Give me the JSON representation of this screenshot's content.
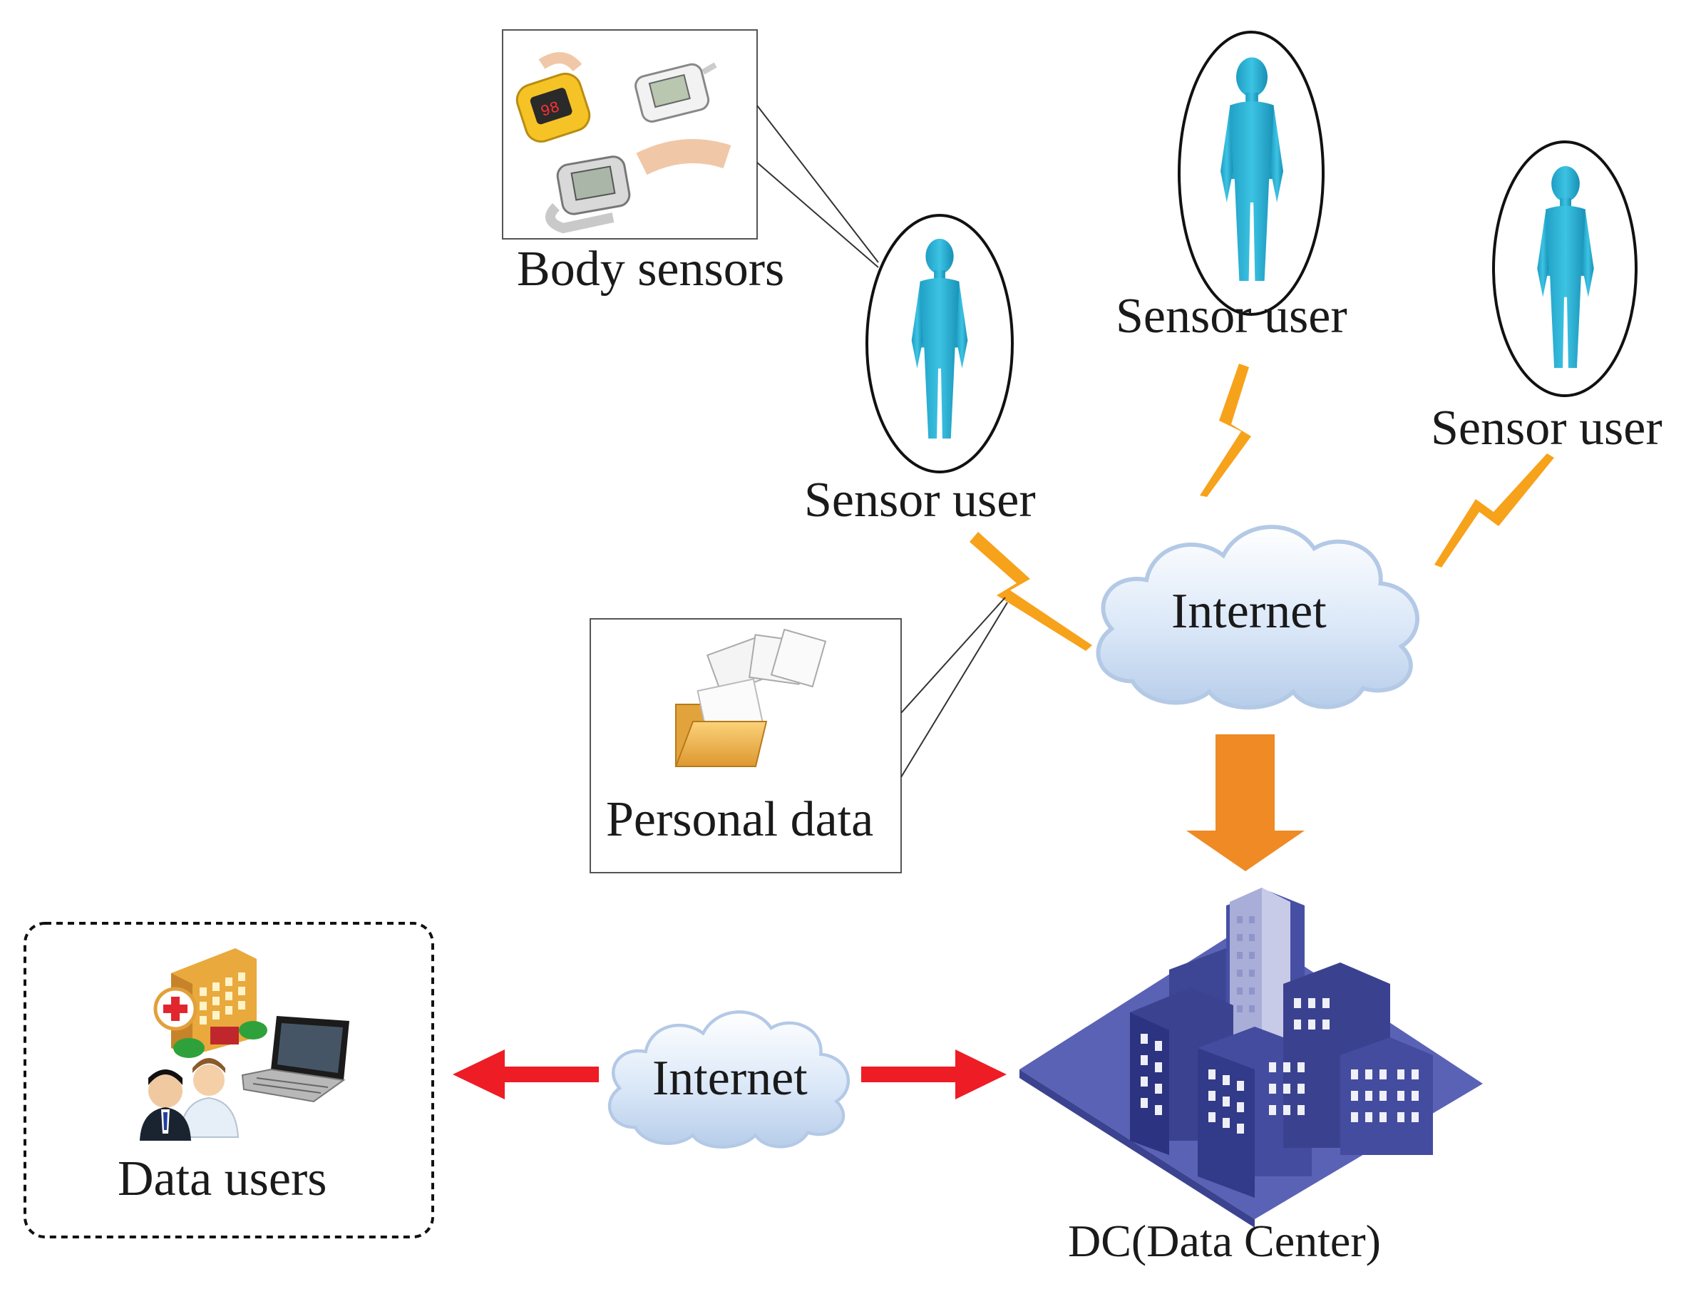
{
  "labels": {
    "body_sensors": "Body sensors",
    "sensor_user_1": "Sensor user",
    "sensor_user_2": "Sensor user",
    "sensor_user_3": "Sensor user",
    "internet_main": "Internet",
    "personal_data": "Personal data",
    "internet_secondary": "Internet",
    "data_users": "Data users",
    "data_center": "DC(Data Center)"
  },
  "colors": {
    "person": "#2bb3d6",
    "lightning": "#f7a21b",
    "down_arrow": "#ef8a24",
    "red_arrow": "#ee1c25",
    "cloud": "#c7daf2",
    "building": "#4a55a8",
    "folder": "#f0b24a"
  },
  "icons": {
    "person": "person-figure-icon",
    "lightning": "wireless-signal-icon",
    "cloud": "cloud-icon",
    "folder": "folder-icon",
    "hospital": "hospital-icon",
    "laptop": "laptop-icon",
    "people": "people-icon",
    "city": "data-center-city-icon",
    "sensor_devices": "medical-sensors-icon"
  }
}
